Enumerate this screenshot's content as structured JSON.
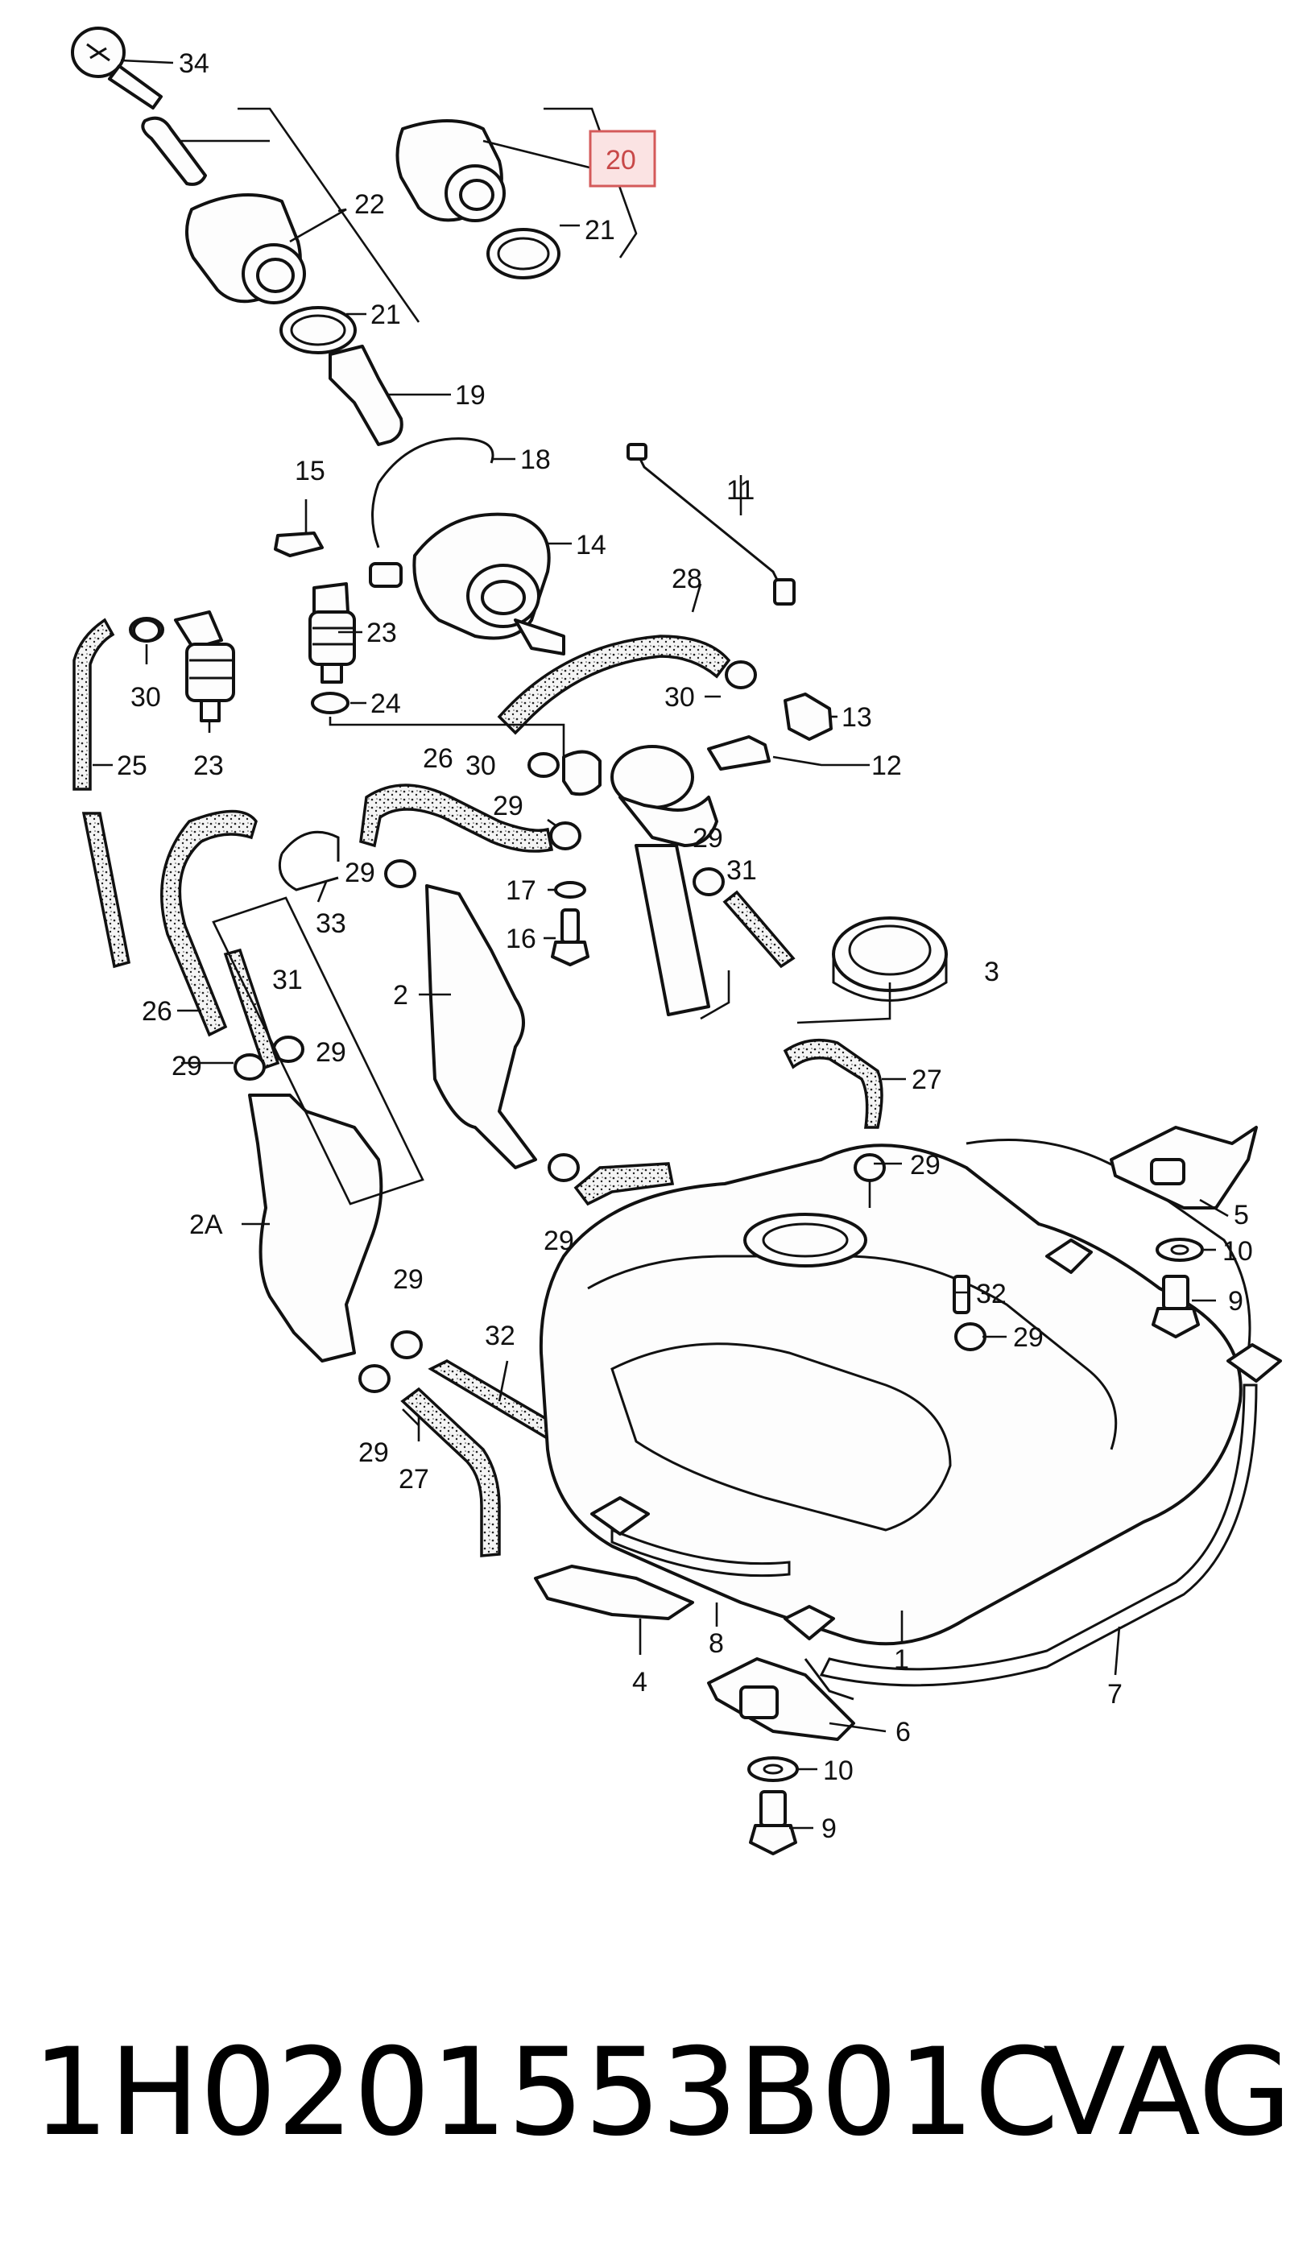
{
  "diagram": {
    "highlight": {
      "label": "20",
      "color": "#d45a5a"
    },
    "callouts": {
      "c1": "1",
      "c2": "2",
      "c2a": "2A",
      "c3": "3",
      "c4": "4",
      "c5": "5",
      "c6": "6",
      "c7": "7",
      "c8": "8",
      "c9a": "9",
      "c9b": "9",
      "c10a": "10",
      "c10b": "10",
      "c11": "11",
      "c12": "12",
      "c13": "13",
      "c14": "14",
      "c15": "15",
      "c16": "16",
      "c17": "17",
      "c18": "18",
      "c19": "19",
      "c21a": "21",
      "c21b": "21",
      "c22": "22",
      "c23a": "23",
      "c23b": "23",
      "c24": "24",
      "c25": "25",
      "c26a": "26",
      "c26b": "26",
      "c27a": "27",
      "c27b": "27",
      "c28": "28",
      "c29a": "29",
      "c29b": "29",
      "c29c": "29",
      "c29d": "29",
      "c29e": "29",
      "c29f": "29",
      "c29g": "29",
      "c29h": "29",
      "c29i": "29",
      "c29j": "29",
      "c30a": "30",
      "c30b": "30",
      "c30c": "30",
      "c31a": "31",
      "c31b": "31",
      "c32a": "32",
      "c32b": "32",
      "c33": "33",
      "c34": "34"
    }
  },
  "footer": {
    "part_number": "1H0201553B01C",
    "brand": "VAG"
  }
}
